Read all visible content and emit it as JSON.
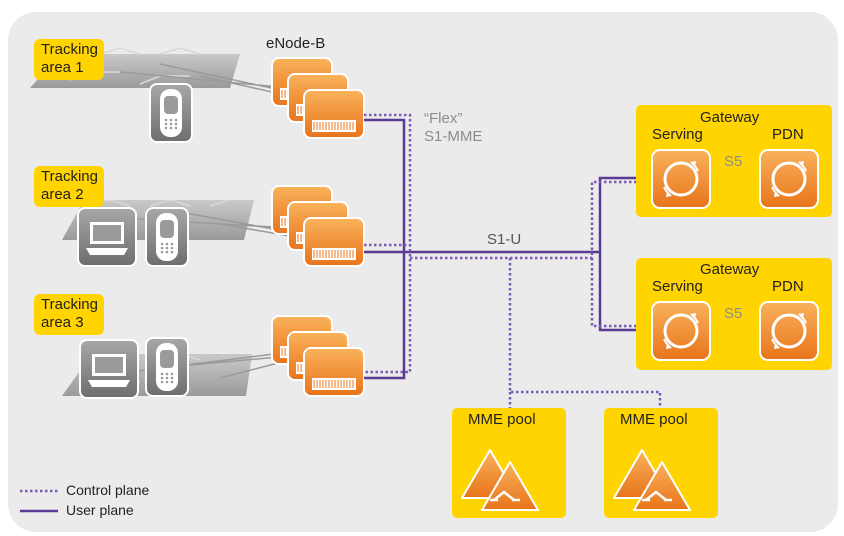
{
  "tracking_areas": [
    {
      "line1": "Tracking",
      "line2": "area 1"
    },
    {
      "line1": "Tracking",
      "line2": "area 2"
    },
    {
      "line1": "Tracking",
      "line2": "area 3"
    }
  ],
  "enodeb_label": "eNode-B",
  "flex_label": {
    "line1": "“Flex”",
    "line2": "S1-MME"
  },
  "s1u_label": "S1-U",
  "gateways": [
    {
      "title": "Gateway",
      "serving": "Serving",
      "pdn": "PDN",
      "link": "S5"
    },
    {
      "title": "Gateway",
      "serving": "Serving",
      "pdn": "PDN",
      "link": "S5"
    }
  ],
  "mme_pools": [
    {
      "label": "MME pool"
    },
    {
      "label": "MME pool"
    }
  ],
  "legend": {
    "control": "Control plane",
    "user": "User plane"
  },
  "colors": {
    "background": "#ebebeb",
    "yellow": "#ffd400",
    "orange": "#f08a1e",
    "purple": "#5b3a94",
    "dotted_purple": "#7b5bb5",
    "gray_device": "#8a8a8a"
  }
}
